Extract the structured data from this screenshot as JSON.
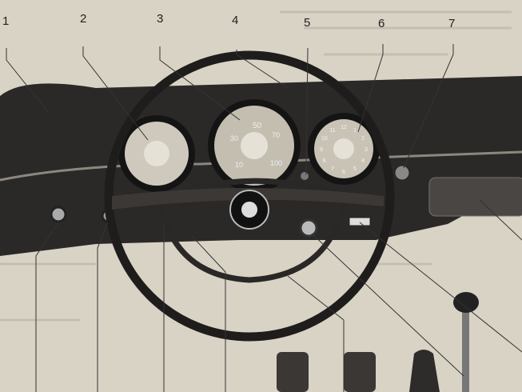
{
  "callouts": [
    "1",
    "2",
    "3",
    "4",
    "5",
    "6",
    "7"
  ],
  "speedometer": {
    "ticks": [
      "30",
      "50",
      "70",
      "100",
      "10"
    ]
  },
  "clock": {
    "numbers": [
      "12",
      "1",
      "2",
      "3",
      "4",
      "5",
      "6",
      "7",
      "8",
      "9",
      "10",
      "11"
    ]
  },
  "colors": {
    "paper": "#d9d3c5",
    "dashboard": "#2b2927",
    "gauge_face": "#cfc9bd",
    "wheel": "#1f1d1c"
  }
}
